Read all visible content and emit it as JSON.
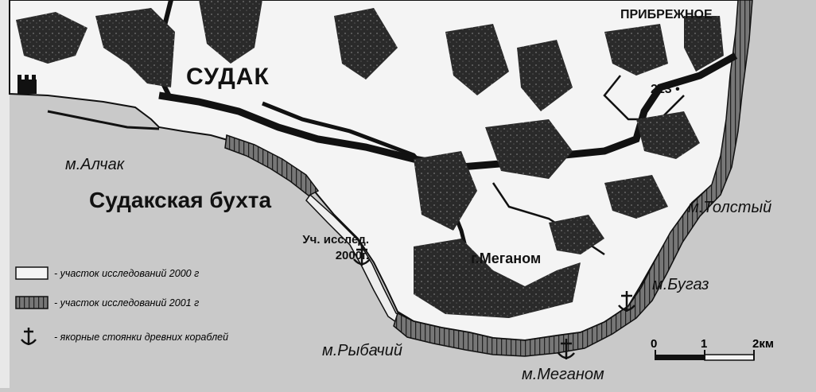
{
  "labels": {
    "sudak": "СУДАК",
    "pribrezhnoe": "ПРИБРЕЖНОЕ",
    "height_213": "213 •",
    "alchak": "м.Алчак",
    "sudak_bay": "Судакская бухта",
    "study_site": "Уч. исслед.",
    "study_year": "2000г.",
    "meganom_mountain": "г.Меганом",
    "tolstyi": "м.Толстый",
    "bugaz": "м.Бугаз",
    "rybachiy": "м.Рыбачий",
    "meganom_cape": "м.Меганом"
  },
  "legend": {
    "item_2000": "- участок исследований 2000 г",
    "item_2001": "- участок исследований 2001 г",
    "item_anchor": "- якорные стоянки древних кораблей"
  },
  "scale": {
    "tick_0": "0",
    "tick_1": "1",
    "tick_2": "2км"
  },
  "colors": {
    "background": "#c9c9c9",
    "land_light": "#f4f4f4",
    "relief_dark": "#1c1c1c",
    "ink": "#111111"
  },
  "icons": {
    "anchor": "anchor-icon",
    "castle": "fortress-icon"
  }
}
